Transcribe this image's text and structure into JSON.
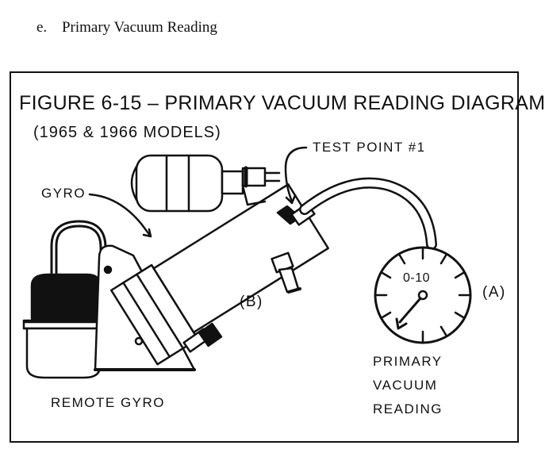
{
  "section": {
    "letter": "e.",
    "title": "Primary Vacuum Reading"
  },
  "figure": {
    "title": "FIGURE 6-15 – PRIMARY VACUUM READING DIAGRAM",
    "subtitle": "(1965 & 1966 MODELS)"
  },
  "labels": {
    "gyro": "GYRO",
    "test_point": "TEST POINT #1",
    "remote_gyro": "REMOTE GYRO",
    "b": "(B)",
    "a": "(A)",
    "gauge_range": "0-10",
    "reading_line1": "PRIMARY",
    "reading_line2": "VACUUM",
    "reading_line3": "READING"
  }
}
